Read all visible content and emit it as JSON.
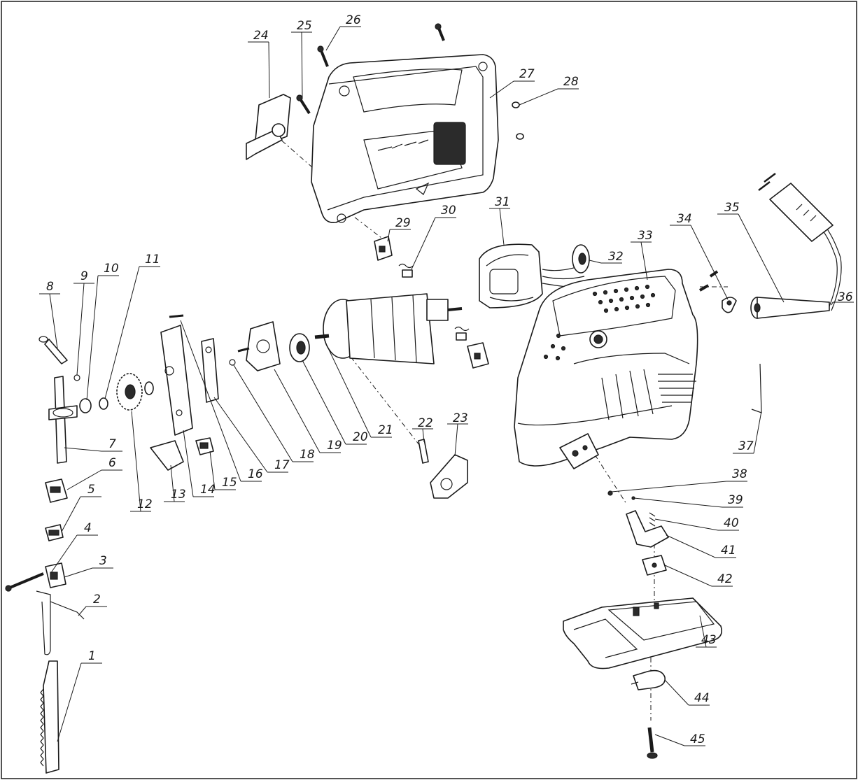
{
  "diagram": {
    "type": "exploded-parts-view",
    "parts": [
      {
        "id": "1"
      },
      {
        "id": "2"
      },
      {
        "id": "3"
      },
      {
        "id": "4"
      },
      {
        "id": "5"
      },
      {
        "id": "6"
      },
      {
        "id": "7"
      },
      {
        "id": "8"
      },
      {
        "id": "9"
      },
      {
        "id": "10"
      },
      {
        "id": "11"
      },
      {
        "id": "12"
      },
      {
        "id": "13"
      },
      {
        "id": "14"
      },
      {
        "id": "15"
      },
      {
        "id": "16"
      },
      {
        "id": "17"
      },
      {
        "id": "18"
      },
      {
        "id": "19"
      },
      {
        "id": "20"
      },
      {
        "id": "21"
      },
      {
        "id": "22"
      },
      {
        "id": "23"
      },
      {
        "id": "24"
      },
      {
        "id": "25"
      },
      {
        "id": "26"
      },
      {
        "id": "27"
      },
      {
        "id": "28"
      },
      {
        "id": "29"
      },
      {
        "id": "30"
      },
      {
        "id": "31"
      },
      {
        "id": "32"
      },
      {
        "id": "33"
      },
      {
        "id": "34"
      },
      {
        "id": "35"
      },
      {
        "id": "36"
      },
      {
        "id": "37"
      },
      {
        "id": "38"
      },
      {
        "id": "39"
      },
      {
        "id": "40"
      },
      {
        "id": "41"
      },
      {
        "id": "42"
      },
      {
        "id": "43"
      },
      {
        "id": "44"
      },
      {
        "id": "45"
      }
    ]
  }
}
